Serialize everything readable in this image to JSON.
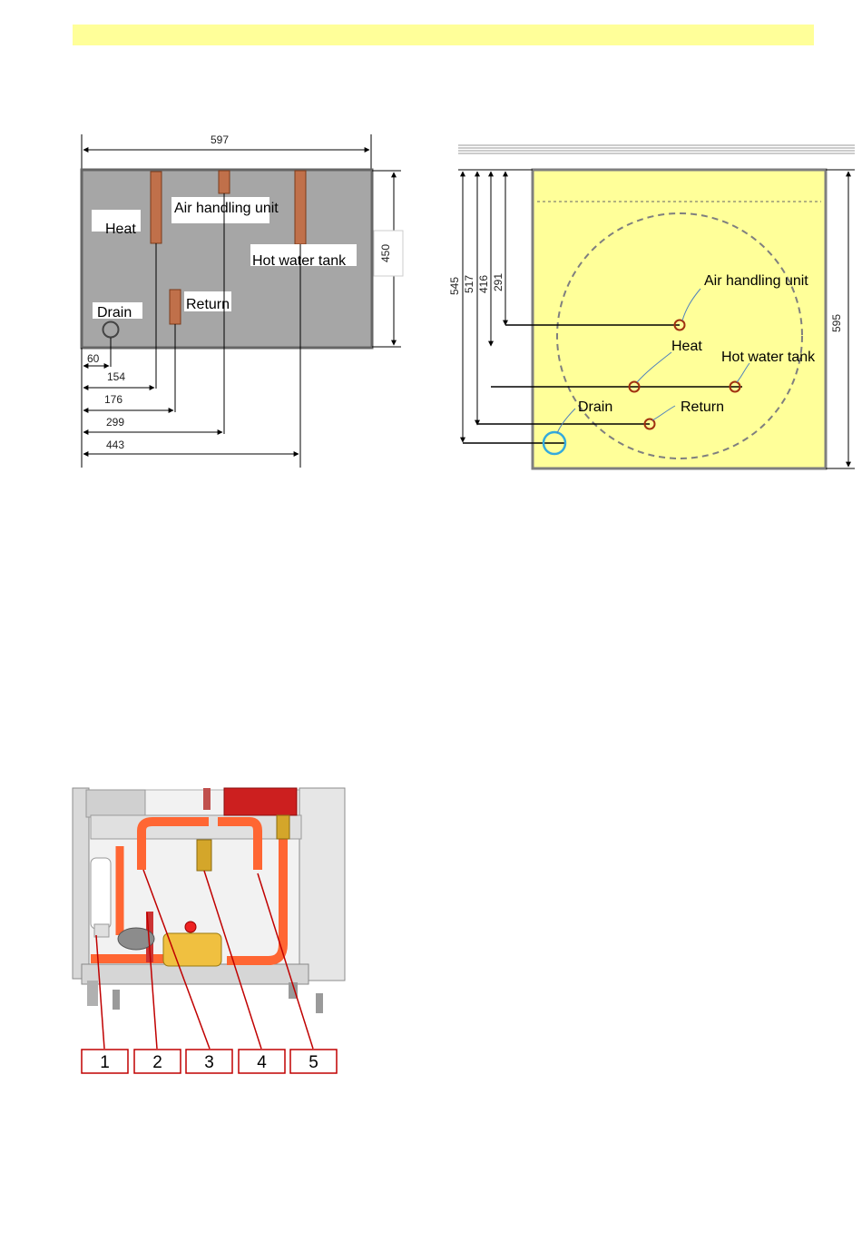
{
  "colors": {
    "banner": "#ffff99",
    "base_plate": "#a6a6a6",
    "top_view_fill": "#ffff99",
    "pipe_stub": "#c0704a",
    "pipe_copper": "#ff6633",
    "drain_ring_blue": "#33aadd",
    "callout_border": "#c00000"
  },
  "side_view": {
    "dimensions": {
      "width": "597",
      "depth": "450",
      "drain": "60",
      "heat": "154",
      "return": "176",
      "air_handling_unit": "299",
      "hot_water_tank": "443"
    },
    "labels": {
      "heat": "Heat",
      "air_handling_unit": "Air handling unit",
      "hot_water_tank": "Hot water tank",
      "return": "Return",
      "drain": "Drain"
    }
  },
  "top_view": {
    "dimensions": {
      "drain": "545",
      "return": "517",
      "heat_hot_water": "416",
      "air_handling_unit": "291",
      "total_height": "595"
    },
    "labels": {
      "air_handling_unit": "Air handling unit",
      "heat": "Heat",
      "hot_water_tank": "Hot water tank",
      "drain": "Drain",
      "return": "Return"
    }
  },
  "callouts": {
    "items": [
      "1",
      "2",
      "3",
      "4",
      "5"
    ]
  }
}
